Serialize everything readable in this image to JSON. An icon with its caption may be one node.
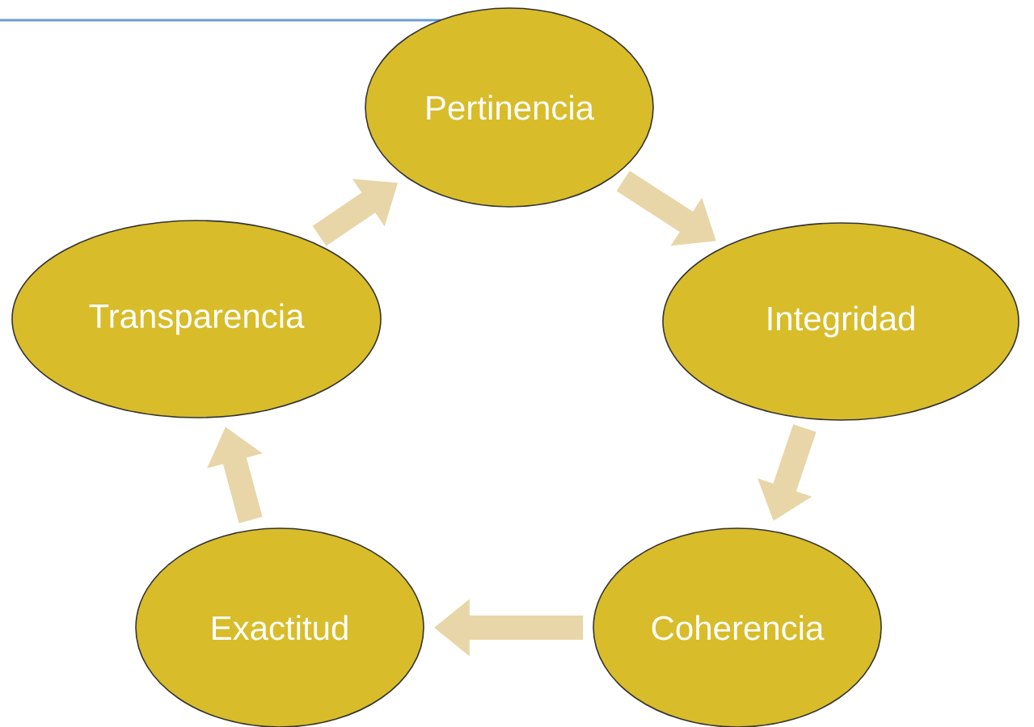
{
  "diagram": {
    "nodes": [
      {
        "text": [
          "Pertinencia"
        ]
      },
      {
        "text": [
          "Integridad"
        ]
      },
      {
        "text": [
          "Coherencia"
        ]
      },
      {
        "text": [
          "Exactitud"
        ]
      },
      {
        "text": [
          "Transparencia"
        ]
      }
    ],
    "edges": [
      {
        "from": 0,
        "to": 1,
        "arrow": "to"
      },
      {
        "from": 1,
        "to": 2,
        "arrow": "to"
      },
      {
        "from": 2,
        "to": 3,
        "arrow": "to"
      },
      {
        "from": 3,
        "to": 4,
        "arrow": "to"
      },
      {
        "from": 4,
        "to": 0,
        "arrow": "to"
      }
    ]
  }
}
